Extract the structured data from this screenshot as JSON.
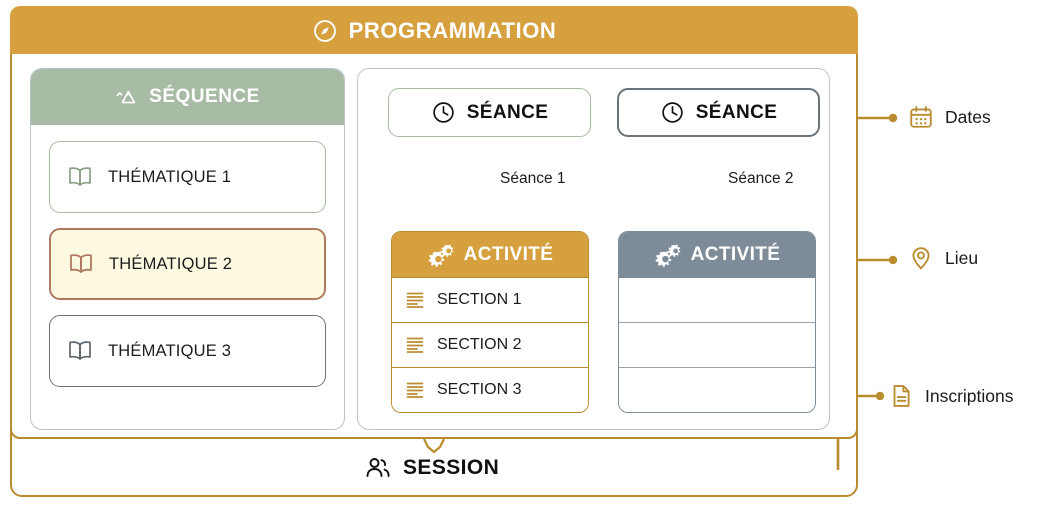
{
  "header": {
    "title": "PROGRAMMATION",
    "icon": "compass-icon",
    "color": "#d6a03f"
  },
  "sequence_panel": {
    "title": "SÉQUENCE",
    "icon": "mountain-icon",
    "header_color": "#a8bba4",
    "items": [
      {
        "label": "THÉMATIQUE 1",
        "icon": "book-icon",
        "state": "default",
        "accent": "#a8bba4"
      },
      {
        "label": "THÉMATIQUE 2",
        "icon": "book-icon",
        "state": "highlighted",
        "accent": "#b07a62",
        "fill": "#fdf8e0"
      },
      {
        "label": "THÉMATIQUE 3",
        "icon": "book-icon",
        "state": "default",
        "accent": "#6b737a"
      }
    ]
  },
  "seances": [
    {
      "title": "SÉANCE",
      "icon": "clock-icon",
      "accent": "#a8bba4",
      "wire_label": "Séance 1"
    },
    {
      "title": "SÉANCE",
      "icon": "clock-icon",
      "accent": "#6b737a",
      "wire_label": "Séance 2"
    }
  ],
  "activites": [
    {
      "title": "ACTIVITÉ",
      "icon": "gears-icon",
      "header_color": "#d6a03f",
      "border_color": "#b98c30",
      "rows": [
        {
          "label": "SECTION 1",
          "icon": "text-lines-icon"
        },
        {
          "label": "SECTION 2",
          "icon": "text-lines-icon"
        },
        {
          "label": "SECTION 3",
          "icon": "text-lines-icon"
        }
      ]
    },
    {
      "title": "ACTIVITÉ",
      "icon": "gears-icon",
      "header_color": "#7e8c99",
      "border_color": "#7e8c99",
      "rows": [
        {
          "label": "",
          "icon": ""
        },
        {
          "label": "",
          "icon": ""
        },
        {
          "label": "",
          "icon": ""
        }
      ]
    }
  ],
  "session": {
    "title": "SESSION",
    "icon": "users-icon",
    "frame_color": "#b98c30"
  },
  "legend": [
    {
      "label": "Dates",
      "icon": "calendar-icon"
    },
    {
      "label": "Lieu",
      "icon": "map-pin-icon"
    },
    {
      "label": "Inscriptions",
      "icon": "document-icon"
    }
  ],
  "wire_color": "#b98c30"
}
